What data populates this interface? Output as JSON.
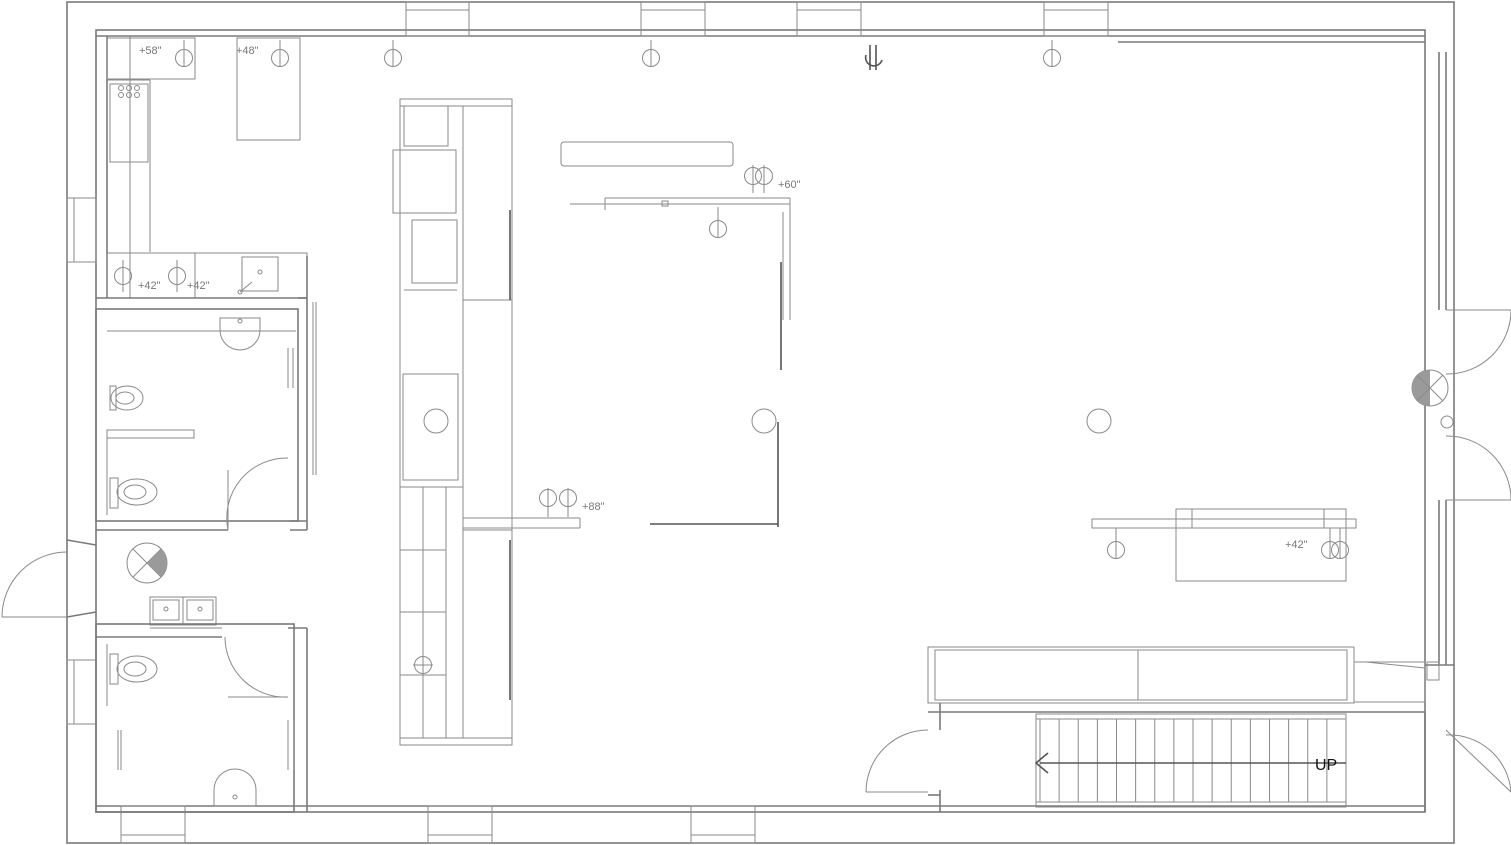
{
  "dims": {
    "wc_north_left": "+58\"",
    "wc_north_right": "+48\"",
    "office_partition": "+60\"",
    "counter_left": "+42\"",
    "counter_right": "+42\"",
    "bar_counter": "+88\"",
    "reception_desk": "+42\""
  },
  "stair": {
    "direction_label": "UP"
  },
  "colors": {
    "line": "#7a7a7a",
    "text": "#777777",
    "fill_accent": "#9a9a9a"
  }
}
